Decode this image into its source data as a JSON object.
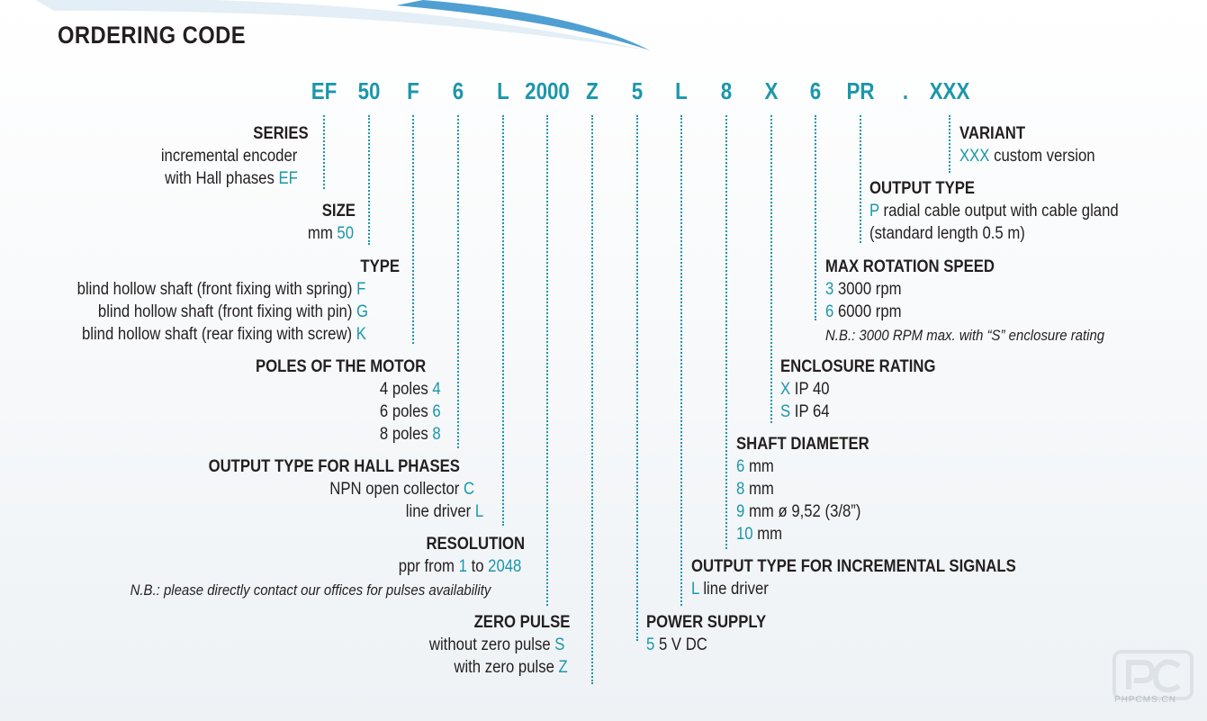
{
  "title": "ORDERING CODE",
  "code": [
    "EF",
    "50",
    "F",
    "6",
    "L",
    "2000",
    "Z",
    "5",
    "L",
    "8",
    "X",
    "6",
    "PR",
    ".",
    "XXX"
  ],
  "left": {
    "series": {
      "heading": "SERIES",
      "line1": "incremental encoder",
      "line2_text": "with Hall phases ",
      "line2_code": "EF"
    },
    "size": {
      "heading": "SIZE",
      "text": "mm ",
      "code": "50"
    },
    "type": {
      "heading": "TYPE",
      "items": [
        {
          "text": "blind hollow shaft (front fixing with spring) ",
          "code": "F"
        },
        {
          "text": "blind hollow shaft (front fixing with pin) ",
          "code": "G"
        },
        {
          "text": "blind hollow shaft (rear fixing with screw) ",
          "code": "K"
        }
      ]
    },
    "poles": {
      "heading": "POLES OF THE MOTOR",
      "items": [
        {
          "text": "4 poles ",
          "code": "4"
        },
        {
          "text": "6 poles ",
          "code": "6"
        },
        {
          "text": "8 poles ",
          "code": "8"
        }
      ]
    },
    "hall_output": {
      "heading": "OUTPUT TYPE FOR HALL PHASES",
      "items": [
        {
          "text": "NPN open collector ",
          "code": "C"
        },
        {
          "text": "line driver ",
          "code": "L"
        }
      ]
    },
    "resolution": {
      "heading": "RESOLUTION",
      "t1": "ppr from ",
      "c1": "1",
      "t2": " to ",
      "c2": "2048",
      "note": "N.B.: please directly contact our offices for pulses availability"
    },
    "zero_pulse": {
      "heading": "ZERO PULSE",
      "items": [
        {
          "text": "without zero pulse ",
          "code": "S"
        },
        {
          "text": "with zero pulse ",
          "code": "Z"
        }
      ]
    }
  },
  "right": {
    "variant": {
      "heading": "VARIANT",
      "code": "XXX",
      "text": " custom version"
    },
    "output_type": {
      "heading": "OUTPUT TYPE",
      "code": "P",
      "text": " radial cable output with cable gland",
      "line2": "(standard length 0.5 m)"
    },
    "max_speed": {
      "heading": "MAX ROTATION SPEED",
      "items": [
        {
          "code": "3",
          "text": " 3000 rpm"
        },
        {
          "code": "6",
          "text": " 6000 rpm"
        }
      ],
      "note": "N.B.: 3000 RPM max. with “S” enclosure rating"
    },
    "enclosure": {
      "heading": "ENCLOSURE RATING",
      "items": [
        {
          "code": "X",
          "text": " IP 40"
        },
        {
          "code": "S",
          "text": " IP 64"
        }
      ]
    },
    "shaft": {
      "heading": "SHAFT DIAMETER",
      "items": [
        {
          "code": "6",
          "text": " mm"
        },
        {
          "code": "8",
          "text": " mm"
        },
        {
          "code": "9",
          "text": " mm ø 9,52 (3/8”)"
        },
        {
          "code": "10",
          "text": " mm"
        }
      ]
    },
    "incremental_output": {
      "heading": "OUTPUT TYPE FOR INCREMENTAL SIGNALS",
      "code": "L",
      "text": " line driver"
    },
    "power_supply": {
      "heading": "POWER SUPPLY",
      "code": "5",
      "text": " 5 V DC"
    }
  },
  "watermark": {
    "text": "PHPCMS.CN"
  },
  "colors": {
    "accent": "#1b97aa",
    "text": "#231f20",
    "swoosh": "#5aa9d6"
  }
}
